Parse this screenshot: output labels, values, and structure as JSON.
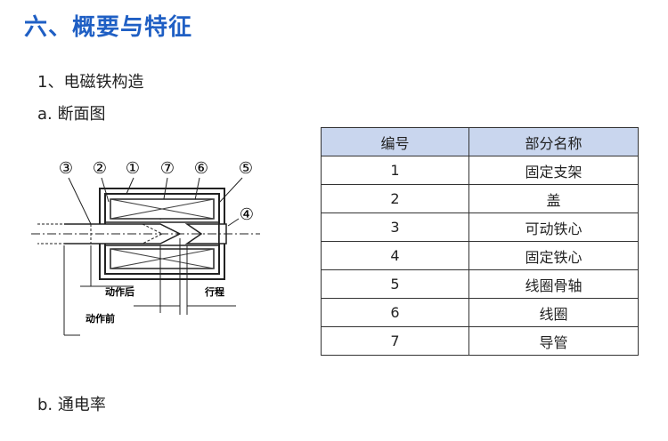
{
  "section": {
    "title": "六、概要与特征"
  },
  "subsection": {
    "title": "1、电磁铁构造"
  },
  "part_a": {
    "label": "a. 断面图"
  },
  "part_b": {
    "label": "b. 通电率"
  },
  "diagram": {
    "callouts": [
      "③",
      "②",
      "①",
      "⑦",
      "⑥",
      "⑤",
      "④"
    ],
    "label_after": "动作后",
    "label_before": "动作前",
    "label_stroke": "行程"
  },
  "table": {
    "headers": [
      "编号",
      "部分名称"
    ],
    "rows": [
      [
        "1",
        "固定支架"
      ],
      [
        "2",
        "盖"
      ],
      [
        "3",
        "可动铁心"
      ],
      [
        "4",
        "固定铁心"
      ],
      [
        "5",
        "线圈骨轴"
      ],
      [
        "6",
        "线圈"
      ],
      [
        "7",
        "导管"
      ]
    ]
  },
  "colors": {
    "title": "#1f5fc4",
    "table_header_bg": "#c9d6ee"
  }
}
